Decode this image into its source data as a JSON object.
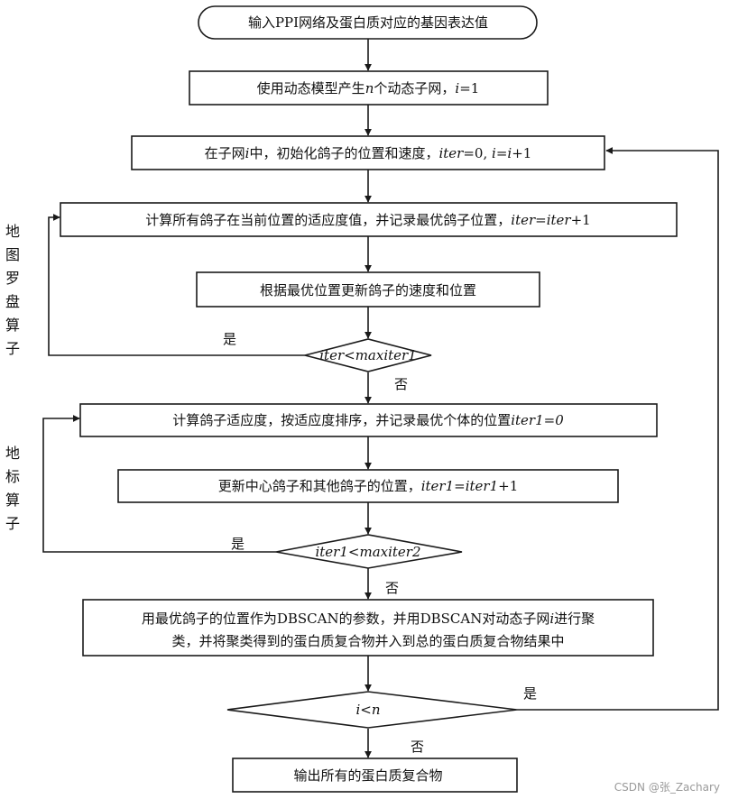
{
  "nodes": {
    "start": "输入PPI网络及蛋白质对应的基因表达值",
    "step1": {
      "pre": "使用动态模型产生",
      "var1": "n",
      "mid": "个动态子网，",
      "var2": "i",
      "post": "=1"
    },
    "step2": {
      "pre": "在子网",
      "var1": "i",
      "mid": "中，初始化鸽子的位置和速度，",
      "var2": "iter",
      "post": "=0, ",
      "var3": "i",
      "eq": "=",
      "var4": "i",
      "post2": "+1"
    },
    "step3": {
      "pre": "计算所有鸽子在当前位置的适应度值，并记录最优鸽子位置，",
      "var1": "iter",
      "eq": "=",
      "var2": "iter",
      "post": "+1"
    },
    "step4": "根据最优位置更新鸽子的速度和位置",
    "dec1": {
      "var1": "iter",
      "lt": "<",
      "var2": "maxiter1"
    },
    "step5": {
      "pre": "计算鸽子适应度，按适应度排序，并记录最优个体的位置",
      "var1": "iter1",
      "post": "=0"
    },
    "step6": {
      "pre": "更新中心鸽子和其他鸽子的位置，",
      "var1": "iter1",
      "eq": "=",
      "var2": "iter1",
      "post": "+1"
    },
    "dec2": {
      "var1": "iter1",
      "lt": "<",
      "var2": "maxiter2"
    },
    "step7": {
      "line1_pre": "用最优鸽子的位置作为DBSCAN的参数，并用DBSCAN对动态子网",
      "line1_var": "i",
      "line1_post": "进行聚",
      "line2": "类，并将聚类得到的蛋白质复合物并入到总的蛋白质复合物结果中"
    },
    "dec3": {
      "var1": "i",
      "lt": "<",
      "var2": "n"
    },
    "end": "输出所有的蛋白质复合物"
  },
  "labels": {
    "yes": "是",
    "no": "否"
  },
  "side_labels": {
    "map_compass": [
      "地",
      "图",
      "罗",
      "盘",
      "算",
      "子"
    ],
    "landmark": [
      "地",
      "标",
      "算",
      "子"
    ]
  },
  "watermark": "CSDN @张_Zachary"
}
